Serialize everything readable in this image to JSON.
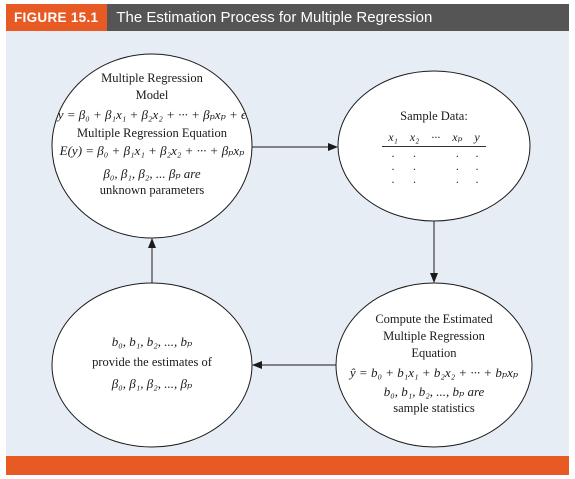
{
  "header": {
    "figure_label": "FIGURE 15.1",
    "figure_title": "The Estimation Process for Multiple Regression"
  },
  "model_box": {
    "line1": "Multiple Regression",
    "line2": "Model",
    "model_equation": "y = β₀ + β₁x₁ + β₂x₂ + ··· + βₚxₚ + ϵ",
    "line3": "Multiple Regression Equation",
    "regression_equation": "E(y) = β₀ + β₁x₁ + β₂x₂ + ··· + βₚxₚ",
    "parameters": "β₀, β₁, β₂, ... βₚ are",
    "line4": "unknown parameters"
  },
  "sample_box": {
    "title": "Sample Data:",
    "columns": [
      "x₁",
      "x₂",
      "···",
      "xₚ",
      "y"
    ],
    "row": [
      ".",
      ".",
      "",
      ".",
      "."
    ]
  },
  "compute_box": {
    "line1": "Compute the Estimated",
    "line2": "Multiple Regression",
    "line3": "Equation",
    "equation": "ŷ = b₀ + b₁x₁ + b₂x₂ + ··· + bₚxₚ",
    "coefficients": "b₀, b₁, b₂, ..., bₚ are",
    "line4": "sample statistics"
  },
  "estimates_box": {
    "coefficients": "b₀, b₁, b₂, ..., bₚ",
    "line1": "provide the estimates of",
    "parameters": "β₀, β₁, β₂, ..., βₚ"
  }
}
